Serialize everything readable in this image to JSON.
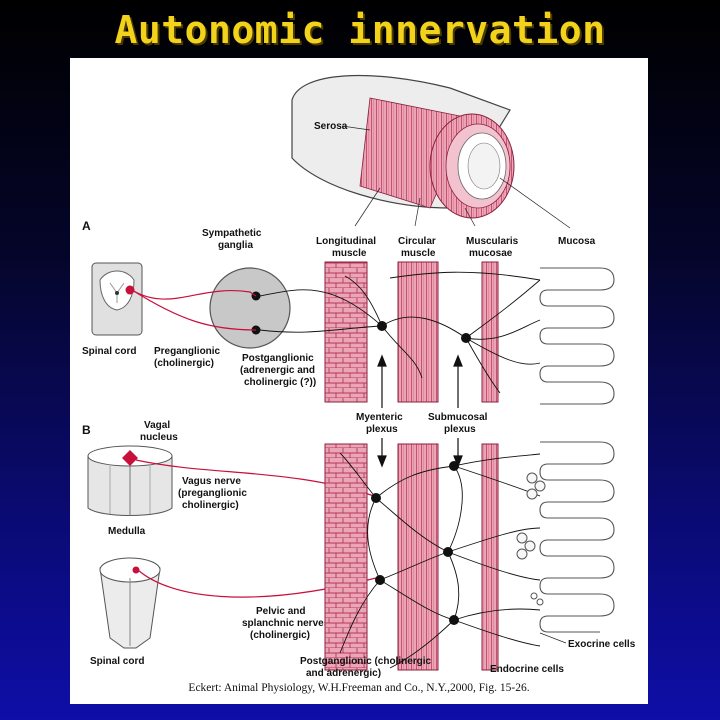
{
  "slide": {
    "title": "Autonomic innervation"
  },
  "figure": {
    "labels": {
      "serosa": "Serosa",
      "panel_a": "A",
      "panel_b": "B",
      "sympathetic_ganglia_1": "Sympathetic",
      "sympathetic_ganglia_2": "ganglia",
      "longitudinal_muscle_1": "Longitudinal",
      "longitudinal_muscle_2": "muscle",
      "circular_muscle_1": "Circular",
      "circular_muscle_2": "muscle",
      "muscularis_mucosae_1": "Muscularis",
      "muscularis_mucosae_2": "mucosae",
      "mucosa": "Mucosa",
      "spinal_cord_a": "Spinal cord",
      "preganglionic_a_1": "Preganglionic",
      "preganglionic_a_2": "(cholinergic)",
      "postganglionic_a_1": "Postganglionic",
      "postganglionic_a_2": "(adrenergic and",
      "postganglionic_a_3": "cholinergic (?))",
      "myenteric_1": "Myenteric",
      "myenteric_2": "plexus",
      "submucosal_1": "Submucosal",
      "submucosal_2": "plexus",
      "vagal_nucleus_1": "Vagal",
      "vagal_nucleus_2": "nucleus",
      "vagus_1": "Vagus nerve",
      "vagus_2": "(preganglionic",
      "vagus_3": "cholinergic)",
      "medulla": "Medulla",
      "pelvic_1": "Pelvic and",
      "pelvic_2": "splanchnic nerves",
      "pelvic_3": "(cholinergic)",
      "spinal_cord_b": "Spinal cord",
      "postganglionic_b_1": "Postganglionic (cholinergic",
      "postganglionic_b_2": "and adrenergic)",
      "exocrine_cells": "Exocrine cells",
      "endocrine_cells": "Endocrine cells"
    },
    "credit": "Eckert: Animal Physiology, W.H.Freeman and Co., N.Y.,2000, Fig. 15-26."
  },
  "colors": {
    "title": "#f2d21a",
    "muscle_pink": "#e9a3b4",
    "muscle_stripe": "#c23a5e",
    "nerve_red": "#c8103c",
    "ganglion_gray": "#c8c8c8",
    "mucosa_outline": "#555555"
  }
}
